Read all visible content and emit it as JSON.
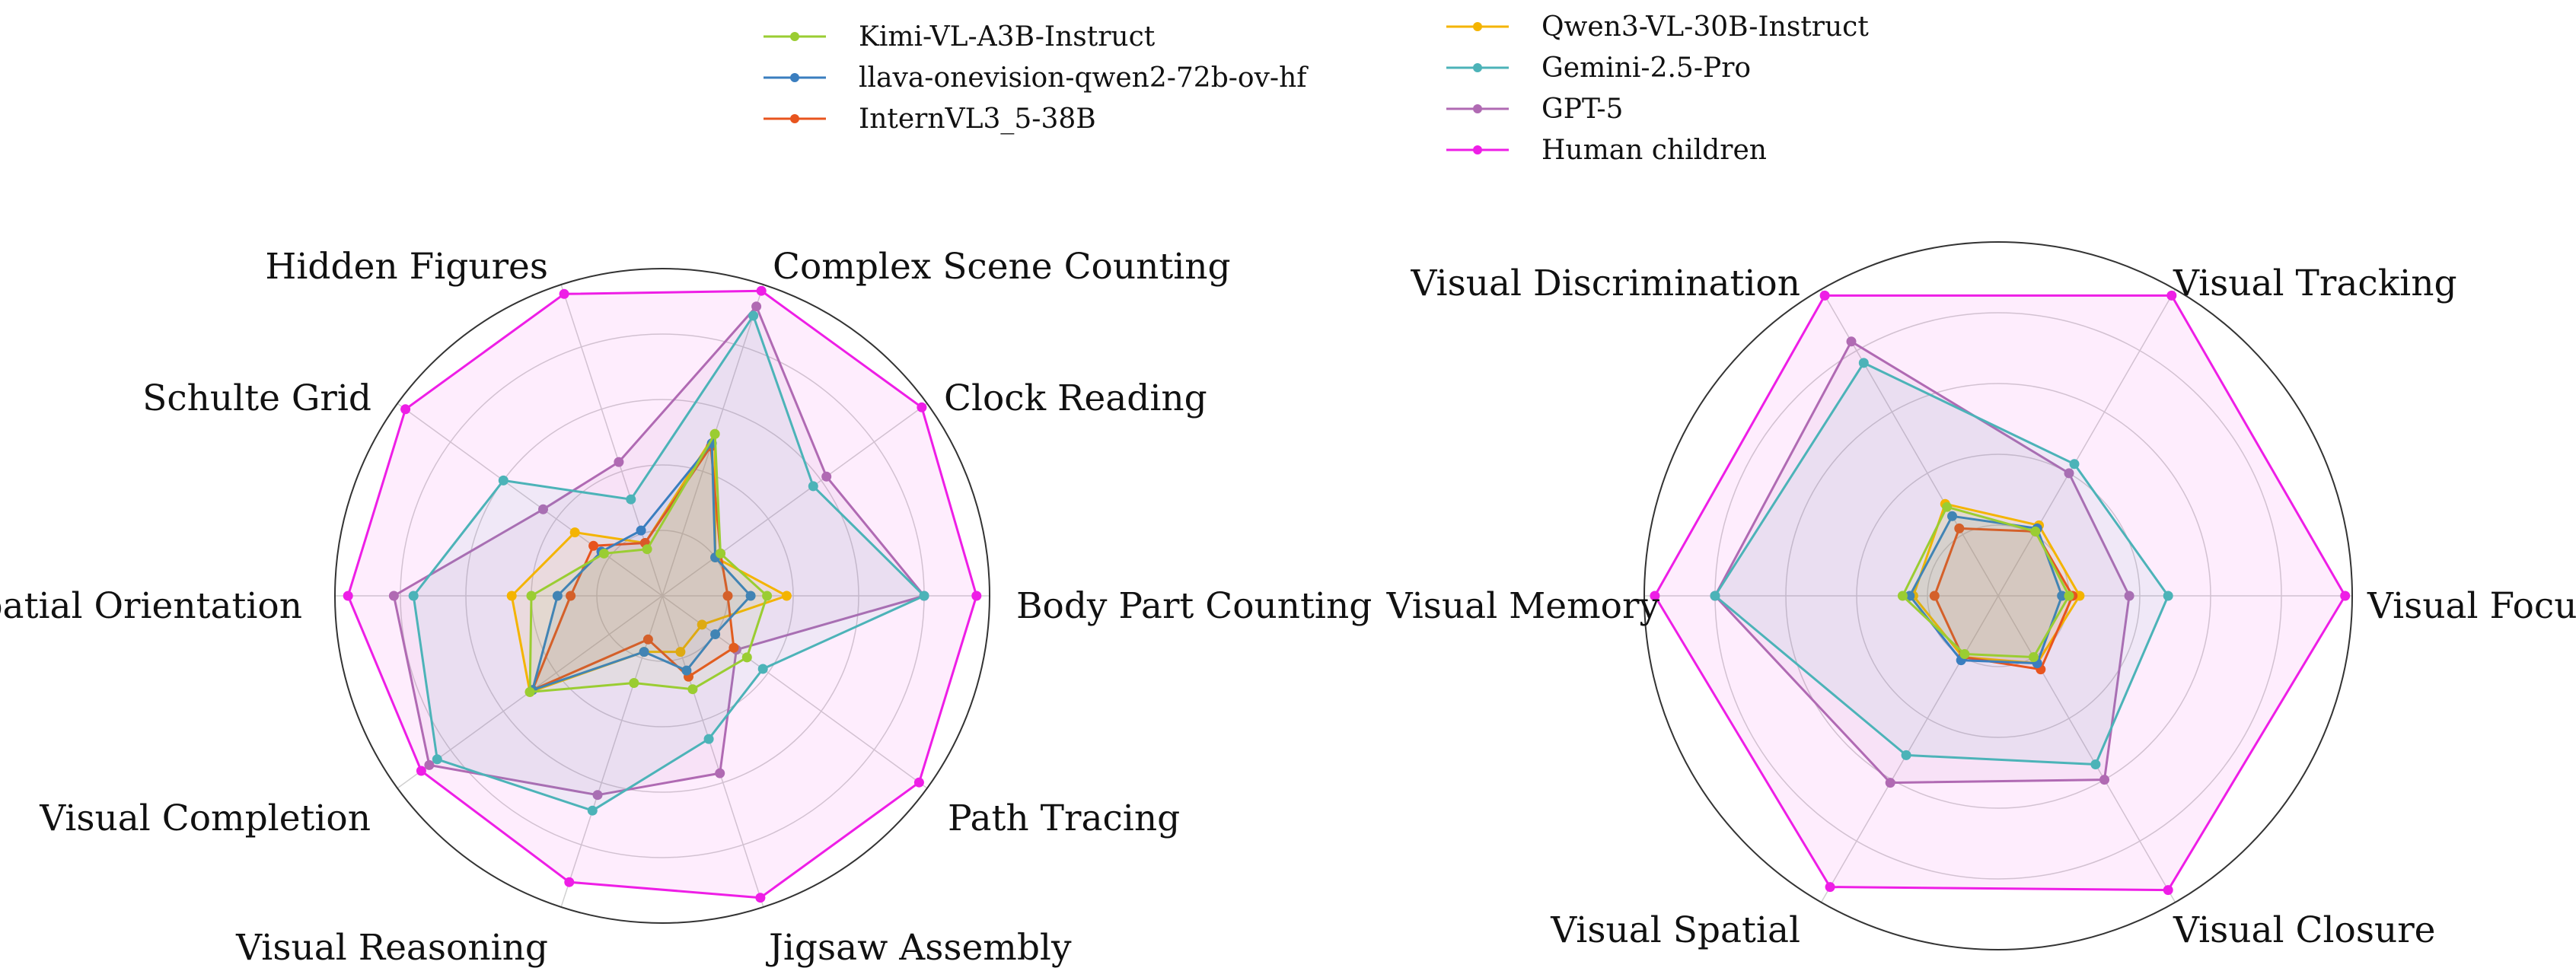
{
  "legend": [
    {
      "name": "Kimi-VL-A3B-Instruct",
      "color": "#9acd32"
    },
    {
      "name": "llava-onevision-qwen2-72b-ov-hf",
      "color": "#3a7ebf"
    },
    {
      "name": "InternVL3_5-38B",
      "color": "#e8541e"
    },
    {
      "name": "Qwen3-VL-30B-Instruct",
      "color": "#f4b400"
    },
    {
      "name": "Gemini-2.5-Pro",
      "color": "#4cb3b8"
    },
    {
      "name": "GPT-5",
      "color": "#b06ab3"
    },
    {
      "name": "Human children",
      "color": "#ee1ee6"
    }
  ],
  "chart_data": [
    {
      "type": "radar",
      "title": "",
      "rmax": 100,
      "grid": true,
      "categories": [
        "Complex Scene Counting",
        "Clock Reading",
        "Body Part Counting",
        "Path Tracing",
        "Jigsaw Assembly",
        "Visual Reasoning",
        "Visual Completion",
        "Spatial Orientation",
        "Schulte Grid",
        "Hidden Figures"
      ],
      "series": [
        {
          "name": "Kimi-VL-A3B-Instruct",
          "values": [
            52,
            22,
            32,
            32,
            30,
            28,
            50,
            40,
            22,
            15
          ]
        },
        {
          "name": "llava-onevision-qwen2-72b-ov-hf",
          "values": [
            49,
            20,
            27,
            20,
            24,
            18,
            49,
            32,
            23,
            21
          ]
        },
        {
          "name": "InternVL3_5-38B",
          "values": [
            48,
            22,
            20,
            27,
            26,
            14,
            49,
            28,
            26,
            17
          ]
        },
        {
          "name": "Qwen3-VL-30B-Instruct",
          "values": [
            52,
            20,
            38,
            15,
            18,
            18,
            50,
            46,
            33,
            17
          ]
        },
        {
          "name": "Gemini-2.5-Pro",
          "values": [
            90,
            57,
            80,
            38,
            46,
            69,
            85,
            76,
            60,
            31
          ]
        },
        {
          "name": "GPT-5",
          "values": [
            93,
            62,
            80,
            28,
            57,
            64,
            88,
            82,
            45,
            43
          ]
        },
        {
          "name": "Human children",
          "values": [
            98,
            98,
            96,
            97,
            97,
            92,
            91,
            96,
            97,
            97
          ]
        }
      ]
    },
    {
      "type": "radar",
      "title": "",
      "rmax": 100,
      "grid": true,
      "categories": [
        "Visual Tracking",
        "Visual Focus",
        "Visual Closure",
        "Visual Spatial",
        "Visual Memory",
        "Visual Discrimination"
      ],
      "series": [
        {
          "name": "Kimi-VL-A3B-Instruct",
          "values": [
            21,
            20,
            20,
            19,
            27,
            29
          ]
        },
        {
          "name": "llava-onevision-qwen2-72b-ov-hf",
          "values": [
            22,
            18,
            22,
            21,
            25,
            26
          ]
        },
        {
          "name": "InternVL3_5-38B",
          "values": [
            21,
            21,
            24,
            20,
            18,
            22
          ]
        },
        {
          "name": "Qwen3-VL-30B-Instruct",
          "values": [
            23,
            23,
            22,
            20,
            24,
            30
          ]
        },
        {
          "name": "Gemini-2.5-Pro",
          "values": [
            43,
            48,
            55,
            52,
            80,
            76
          ]
        },
        {
          "name": "GPT-5",
          "values": [
            40,
            37,
            60,
            61,
            80,
            83
          ]
        },
        {
          "name": "Human children",
          "values": [
            98,
            98,
            96,
            95,
            97,
            98
          ]
        }
      ]
    }
  ]
}
